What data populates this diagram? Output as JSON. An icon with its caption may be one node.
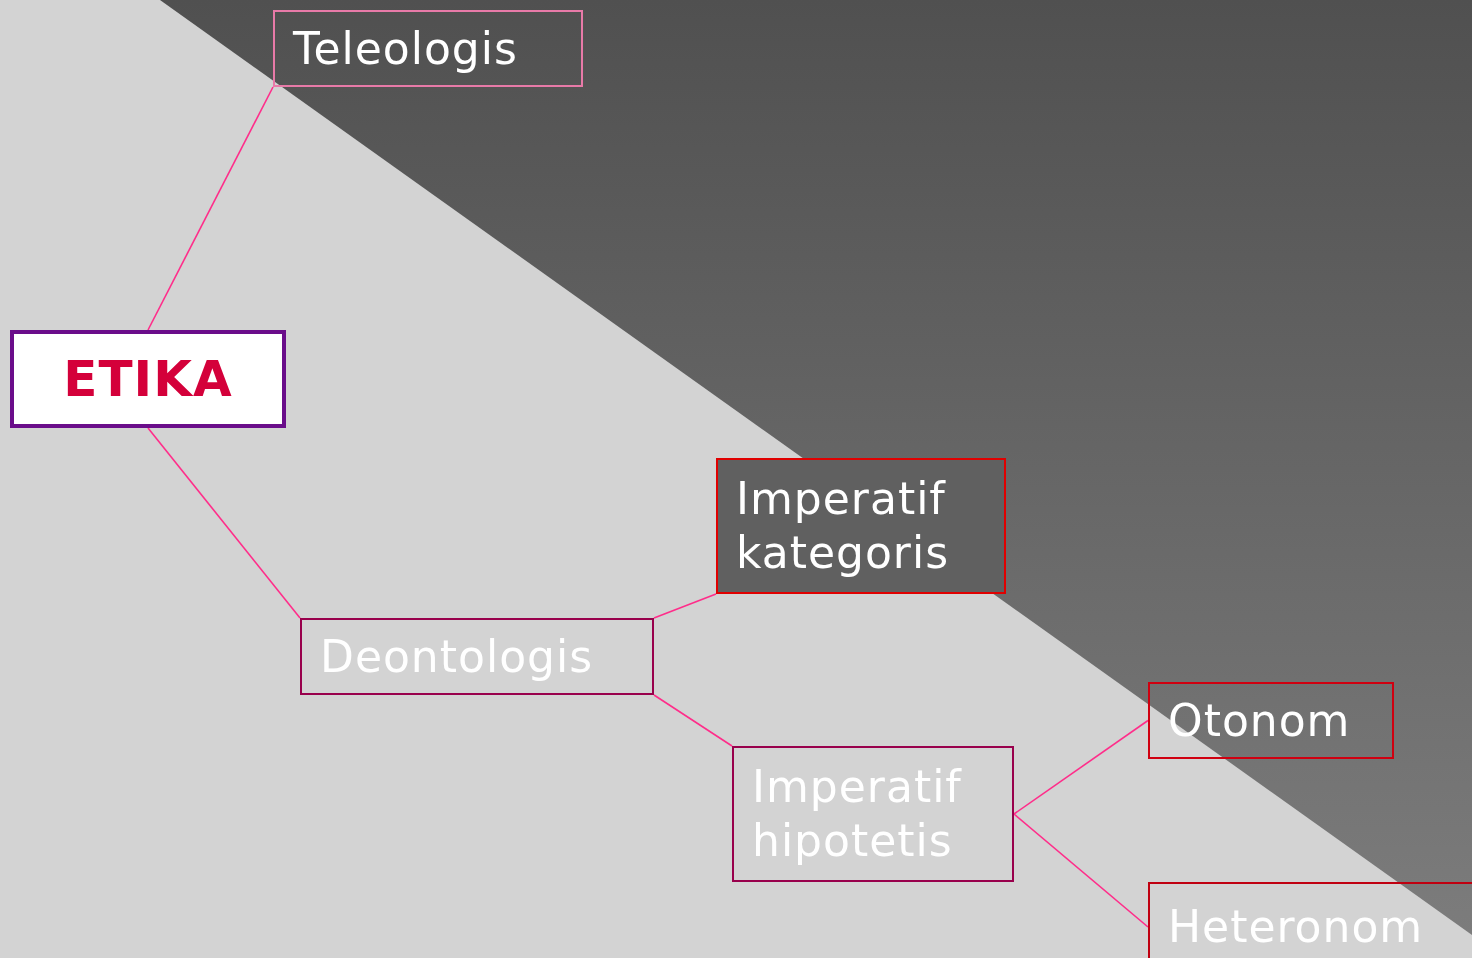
{
  "diagram": {
    "nodes": [
      {
        "text": [
          "ETIKA"
        ]
      },
      {
        "text": [
          "Teleologis"
        ]
      },
      {
        "text": [
          "Deontologis"
        ]
      },
      {
        "text": [
          "Imperatif kategoris"
        ]
      },
      {
        "text": [
          "Imperatif hipotetis"
        ]
      },
      {
        "text": [
          "Otonom"
        ]
      },
      {
        "text": [
          "Heteronom"
        ]
      }
    ],
    "edges": [
      {
        "from": 0,
        "to": 1,
        "arrow": "none"
      },
      {
        "from": 0,
        "to": 2,
        "arrow": "none"
      },
      {
        "from": 2,
        "to": 3,
        "arrow": "none"
      },
      {
        "from": 2,
        "to": 4,
        "arrow": "none"
      },
      {
        "from": 4,
        "to": 5,
        "arrow": "none"
      },
      {
        "from": 4,
        "to": 6,
        "arrow": "none"
      }
    ]
  }
}
